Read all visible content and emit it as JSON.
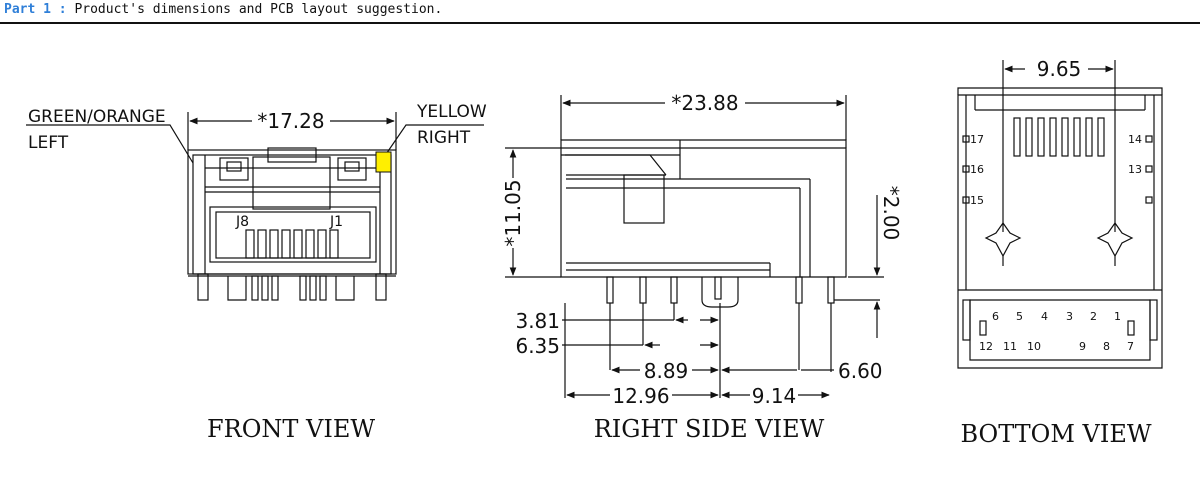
{
  "header": {
    "part_label": "Part 1 :",
    "description": "Product's dimensions and PCB layout suggestion."
  },
  "front_view": {
    "title": "FRONT VIEW",
    "dim_width": "*17.28",
    "label_left_line1": "GREEN/ORANGE",
    "label_left_line2": "LEFT",
    "label_right_line1": "YELLOW",
    "label_right_line2": "RIGHT",
    "pin_label_left": "J8",
    "pin_label_right": "J1",
    "led_color_right": "#ffef00"
  },
  "side_view": {
    "title": "RIGHT SIDE VIEW",
    "dim_length": "*23.88",
    "dim_height": "*11.05",
    "dim_offset": "*2.00",
    "dim_a": "3.81",
    "dim_b": "6.35",
    "dim_c": "8.89",
    "dim_d": "12.96",
    "dim_e": "9.14",
    "dim_f": "6.60"
  },
  "bottom_view": {
    "title": "BOTTOM VIEW",
    "dim_spacing": "9.65",
    "pins": {
      "p17": "17",
      "p16": "16",
      "p15": "15",
      "p14": "14",
      "p13": "13",
      "p6": "6",
      "p5": "5",
      "p4": "4",
      "p3": "3",
      "p2": "2",
      "p1": "1",
      "p12": "12",
      "p11": "11",
      "p10": "10",
      "p9": "9",
      "p8": "8",
      "p7": "7"
    }
  }
}
